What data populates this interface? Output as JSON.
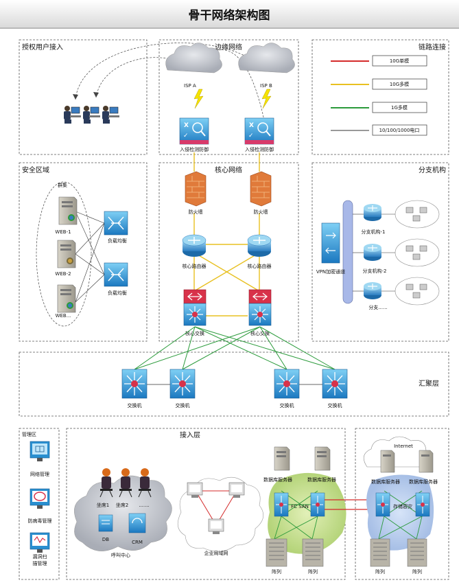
{
  "title": "骨干网络架构图",
  "sections": {
    "authorized_access": "授权用户接入",
    "edge_network": "边缘网络",
    "link_connection": "链路连接",
    "security_zone": "安全区域",
    "core_network": "核心网络",
    "branch": "分支机构",
    "aggregation": "汇聚层",
    "management": "管理区",
    "access_layer": "接入层"
  },
  "legend": [
    {
      "label": "10G单模",
      "color": "#d42a2a"
    },
    {
      "label": "10G多模",
      "color": "#e8c020"
    },
    {
      "label": "1G多模",
      "color": "#2a9a3a"
    },
    {
      "label": "10/100/1000电口",
      "color": "#333333"
    }
  ],
  "edge": {
    "isp_a": "ISP A",
    "isp_b": "ISP B",
    "ids_a": "入侵检测防御",
    "ids_b": "入侵检测防御"
  },
  "security": {
    "cluster": "群集",
    "web1": "WEB-1",
    "web2": "WEB-2",
    "web3": "WEB...",
    "lb1": "负载均衡",
    "lb2": "负载均衡"
  },
  "core": {
    "fw_a": "防火墙",
    "fw_b": "防火墙",
    "router_a": "核心路由器",
    "router_b": "核心路由器",
    "switch_a": "核心交换",
    "switch_b": "核心交换"
  },
  "branch_items": {
    "vpn": "VPN加密通道",
    "b1": "分支机构-1",
    "b2": "分支机构-2",
    "b3": "分支......"
  },
  "aggregation_switches": [
    "交换机",
    "交换机",
    "交换机",
    "交换机"
  ],
  "management_items": [
    "网络管理",
    "防病毒管理",
    "漏洞扫描管理"
  ],
  "access": {
    "seat1": "坐席1",
    "seat2": "坐席2",
    "dots": ".......",
    "db": "DB",
    "crm": "CRM",
    "call_center": "呼叫中心",
    "lan": "企业局域网",
    "db_server_1": "数据库服务器",
    "db_server_2": "数据库服务器",
    "fc_san": "FC  SAN",
    "array_1": "阵列",
    "array_2": "阵列"
  },
  "storage": {
    "internet": "Internet",
    "db_server_1": "数据库服务器",
    "db_server_2": "数据库服务器",
    "backup": "存储容灾",
    "array_1": "阵列",
    "array_2": "阵列"
  },
  "colors": {
    "device_blue": "#2a8fd0",
    "firewall": "#e07a3a",
    "router": "#3a9ad8",
    "cloud": "#b8bcc4"
  }
}
